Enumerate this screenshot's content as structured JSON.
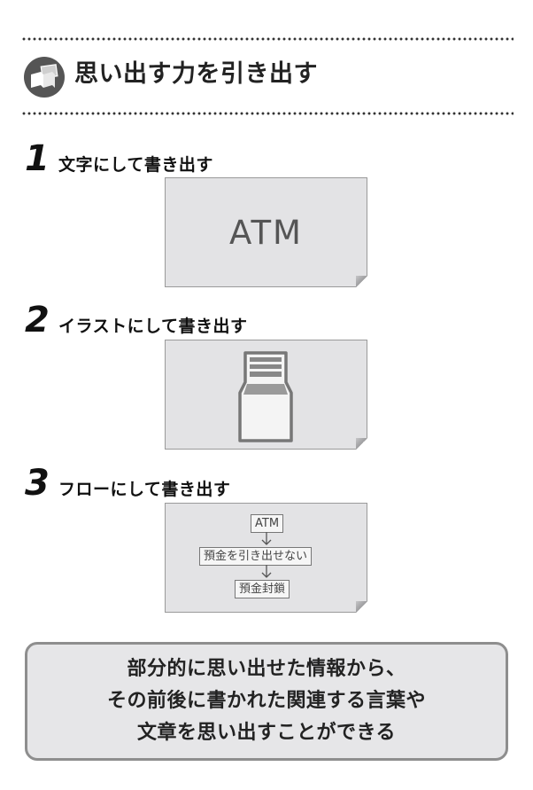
{
  "header": {
    "title": "思い出す力を引き出す",
    "icon": "book-card-icon"
  },
  "steps": [
    {
      "number": "1",
      "title": "文字にして書き出す",
      "card_text": "ATM"
    },
    {
      "number": "2",
      "title": "イラストにして書き出す",
      "card_icon": "atm-machine-icon"
    },
    {
      "number": "3",
      "title": "フローにして書き出す",
      "flow": [
        "ATM",
        "預金を引き出せない",
        "預金封鎖"
      ]
    }
  ],
  "summary": {
    "lines": [
      "部分的に思い出せた情報から、",
      "その前後に書かれた関連する言葉や",
      "文章を思い出すことができる"
    ]
  }
}
